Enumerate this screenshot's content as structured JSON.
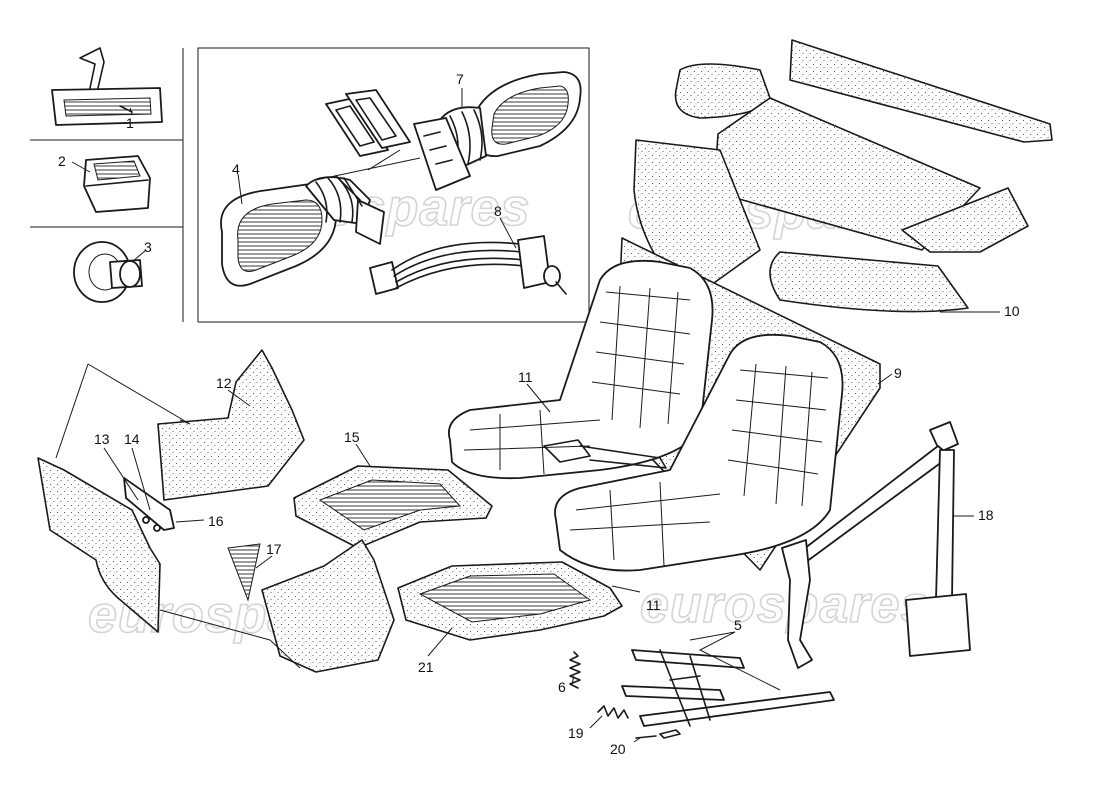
{
  "watermark": {
    "text": "eurospares",
    "color": "#d4d4d4"
  },
  "callouts": {
    "c1": "1",
    "c2": "2",
    "c3": "3",
    "c4": "4",
    "c5": "5",
    "c6": "6",
    "c7": "7",
    "c8": "8",
    "c9": "9",
    "c10": "10",
    "c11a": "11",
    "c11b": "11",
    "c12": "12",
    "c13": "13",
    "c14": "14",
    "c15": "15",
    "c16": "16",
    "c17": "17",
    "c18": "18",
    "c19": "19",
    "c20": "20",
    "c21": "21"
  }
}
